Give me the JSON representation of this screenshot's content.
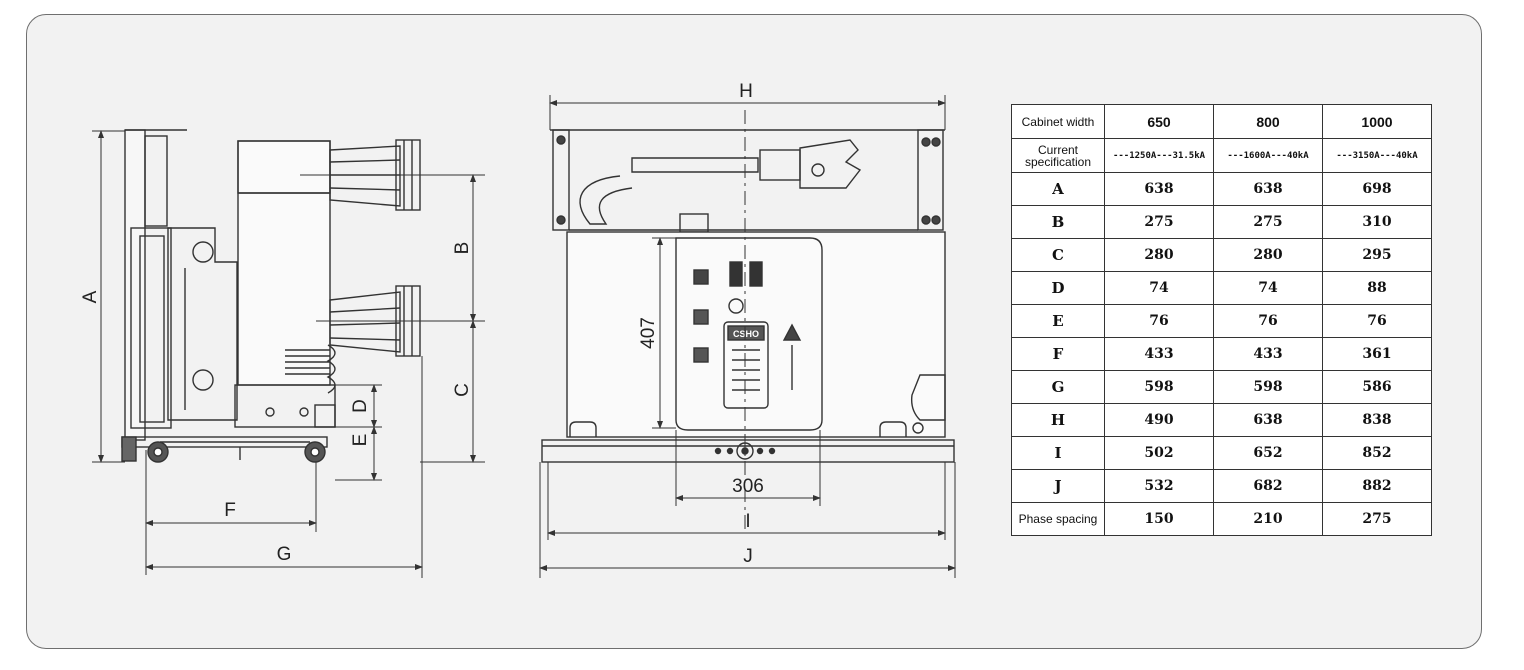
{
  "side_view": {
    "labels": {
      "A": "A",
      "B": "B",
      "C": "C",
      "D": "D",
      "E": "E",
      "F": "F",
      "G": "G"
    }
  },
  "front_view": {
    "labels": {
      "H": "H",
      "I": "I",
      "J": "J",
      "dim_407": "407",
      "dim_306": "306"
    },
    "panel_text": "CSHO"
  },
  "table": {
    "header": {
      "label": "Cabinet width",
      "values": [
        "650",
        "800",
        "1000"
      ]
    },
    "spec": {
      "label_line1": "Current",
      "label_line2": "specification",
      "values": [
        "---1250A---31.5kA",
        "---1600A---40kA",
        "---3150A---40kA"
      ]
    },
    "rows": [
      {
        "label": "A",
        "values": [
          "638",
          "638",
          "698"
        ]
      },
      {
        "label": "B",
        "values": [
          "275",
          "275",
          "310"
        ]
      },
      {
        "label": "C",
        "values": [
          "280",
          "280",
          "295"
        ]
      },
      {
        "label": "D",
        "values": [
          "74",
          "74",
          "88"
        ]
      },
      {
        "label": "E",
        "values": [
          "76",
          "76",
          "76"
        ]
      },
      {
        "label": "F",
        "values": [
          "433",
          "433",
          "361"
        ]
      },
      {
        "label": "G",
        "values": [
          "598",
          "598",
          "586"
        ]
      },
      {
        "label": "H",
        "values": [
          "490",
          "638",
          "838"
        ]
      },
      {
        "label": "I",
        "values": [
          "502",
          "652",
          "852"
        ]
      },
      {
        "label": "J",
        "values": [
          "532",
          "682",
          "882"
        ]
      }
    ],
    "footer": {
      "label": "Phase spacing",
      "values": [
        "150",
        "210",
        "275"
      ]
    }
  }
}
